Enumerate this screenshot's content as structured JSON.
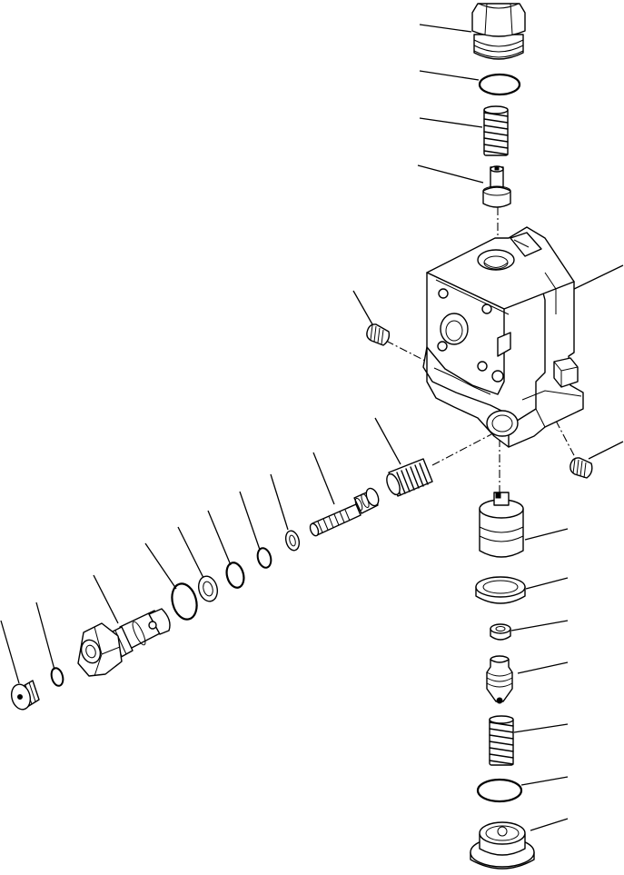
{
  "diagram": {
    "type": "exploded-parts-view",
    "colors": {
      "line": "#000000",
      "background": "#ffffff"
    },
    "parts": [
      "plug-top",
      "o-ring-top",
      "spring-top",
      "poppet-top",
      "valve-body",
      "set-screw-left",
      "set-screw-right",
      "spring-side",
      "valve-stem",
      "washer-small",
      "ring-small",
      "ring-medium",
      "o-ring-medium",
      "cartridge",
      "o-ring-small",
      "plug-left",
      "sleeve",
      "seal-ring",
      "washer",
      "check-poppet",
      "spring-bottom",
      "o-ring-bottom",
      "plug-bottom"
    ]
  }
}
